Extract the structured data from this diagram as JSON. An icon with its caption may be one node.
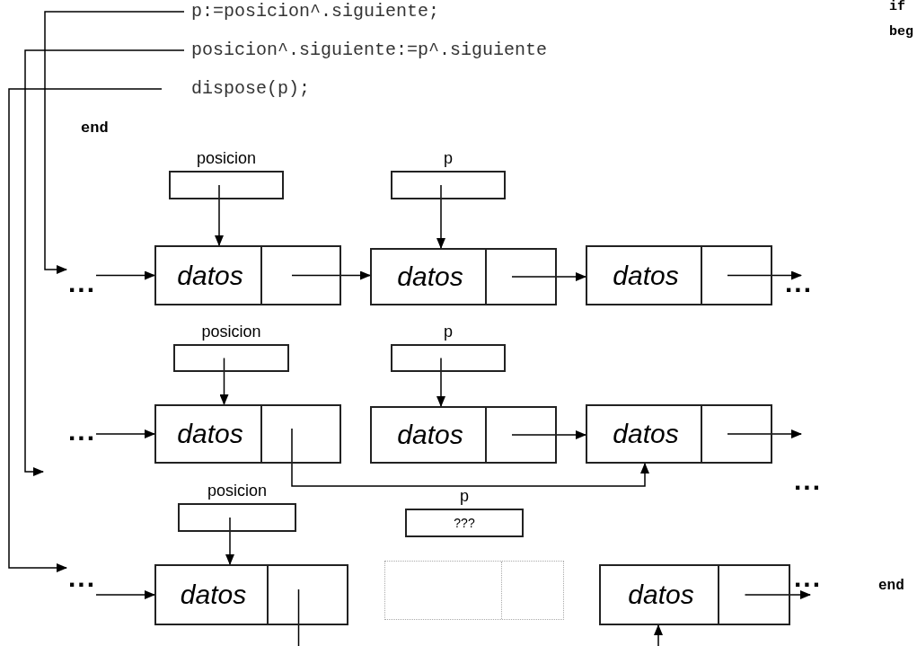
{
  "diagram": {
    "nodes": [
      {
        "text": [
          "p:=posicion^.siguiente;"
        ]
      },
      {
        "text": [
          "posicion^.siguiente:=p^.siguiente"
        ]
      },
      {
        "text": [
          "dispose(p);"
        ]
      },
      {
        "text": [
          "posicion"
        ]
      },
      {
        "text": [
          "p"
        ]
      },
      {
        "text": [
          "datos"
        ]
      },
      {
        "text": [
          "datos"
        ]
      },
      {
        "text": [
          "datos"
        ]
      },
      {
        "text": [
          "posicion"
        ]
      },
      {
        "text": [
          "p"
        ]
      },
      {
        "text": [
          "datos"
        ]
      },
      {
        "text": [
          "datos"
        ]
      },
      {
        "text": [
          "datos"
        ]
      },
      {
        "text": [
          "posicion"
        ]
      },
      {
        "text": [
          "p",
          "???"
        ]
      },
      {
        "text": [
          "datos"
        ]
      },
      {
        "text": [],
        "shape": "box"
      },
      {
        "text": [
          "datos"
        ]
      },
      {
        "text": [
          "..."
        ]
      },
      {
        "text": [
          "..."
        ]
      },
      {
        "text": [
          "..."
        ]
      },
      {
        "text": [
          "..."
        ]
      },
      {
        "text": [
          "..."
        ]
      }
    ],
    "edges": [
      {
        "from": 0,
        "to": 18,
        "arrow": "to"
      },
      {
        "from": 1,
        "to": null,
        "arrow": "to"
      },
      {
        "from": 2,
        "to": 21,
        "arrow": "to"
      },
      {
        "from": 3,
        "to": 5,
        "arrow": "to"
      },
      {
        "from": 4,
        "to": 6,
        "arrow": "to"
      },
      {
        "from": 18,
        "to": 5,
        "arrow": "to"
      },
      {
        "from": 5,
        "to": 6,
        "arrow": "to"
      },
      {
        "from": 6,
        "to": 7,
        "arrow": "to"
      },
      {
        "from": 7,
        "to": 19,
        "arrow": "to"
      },
      {
        "from": 8,
        "to": 10,
        "arrow": "to"
      },
      {
        "from": 9,
        "to": 11,
        "arrow": "to"
      },
      {
        "from": 20,
        "to": 10,
        "arrow": "to"
      },
      {
        "from": 10,
        "to": 12,
        "arrow": "to"
      },
      {
        "from": 11,
        "to": 12,
        "arrow": "to"
      },
      {
        "from": 12,
        "to": null,
        "arrow": "to"
      },
      {
        "from": 13,
        "to": 15,
        "arrow": "to"
      },
      {
        "from": 21,
        "to": 15,
        "arrow": "to"
      },
      {
        "from": 15,
        "to": 17,
        "arrow": "to"
      },
      {
        "from": 17,
        "to": 22,
        "arrow": "to"
      }
    ],
    "labels": [
      "if",
      "beg",
      "end",
      "...",
      "end"
    ]
  }
}
